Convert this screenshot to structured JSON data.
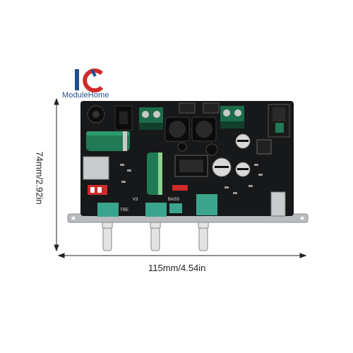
{
  "brand": {
    "logo_letters": "IC",
    "name": "ModuleHome"
  },
  "dimensions": {
    "width_label": "115mm/4.54in",
    "height_label": "74mm/2.92in"
  },
  "board_labels": {
    "treble": "TRE",
    "v3": "V3",
    "bass": "BASS"
  },
  "colors": {
    "pcb": "#17181a",
    "brand_blue": "#1f4e8c",
    "brand_red": "#d02a2a",
    "capacitor_green": "#1f7a55",
    "knob_cap_teal": "#3aa58c"
  }
}
